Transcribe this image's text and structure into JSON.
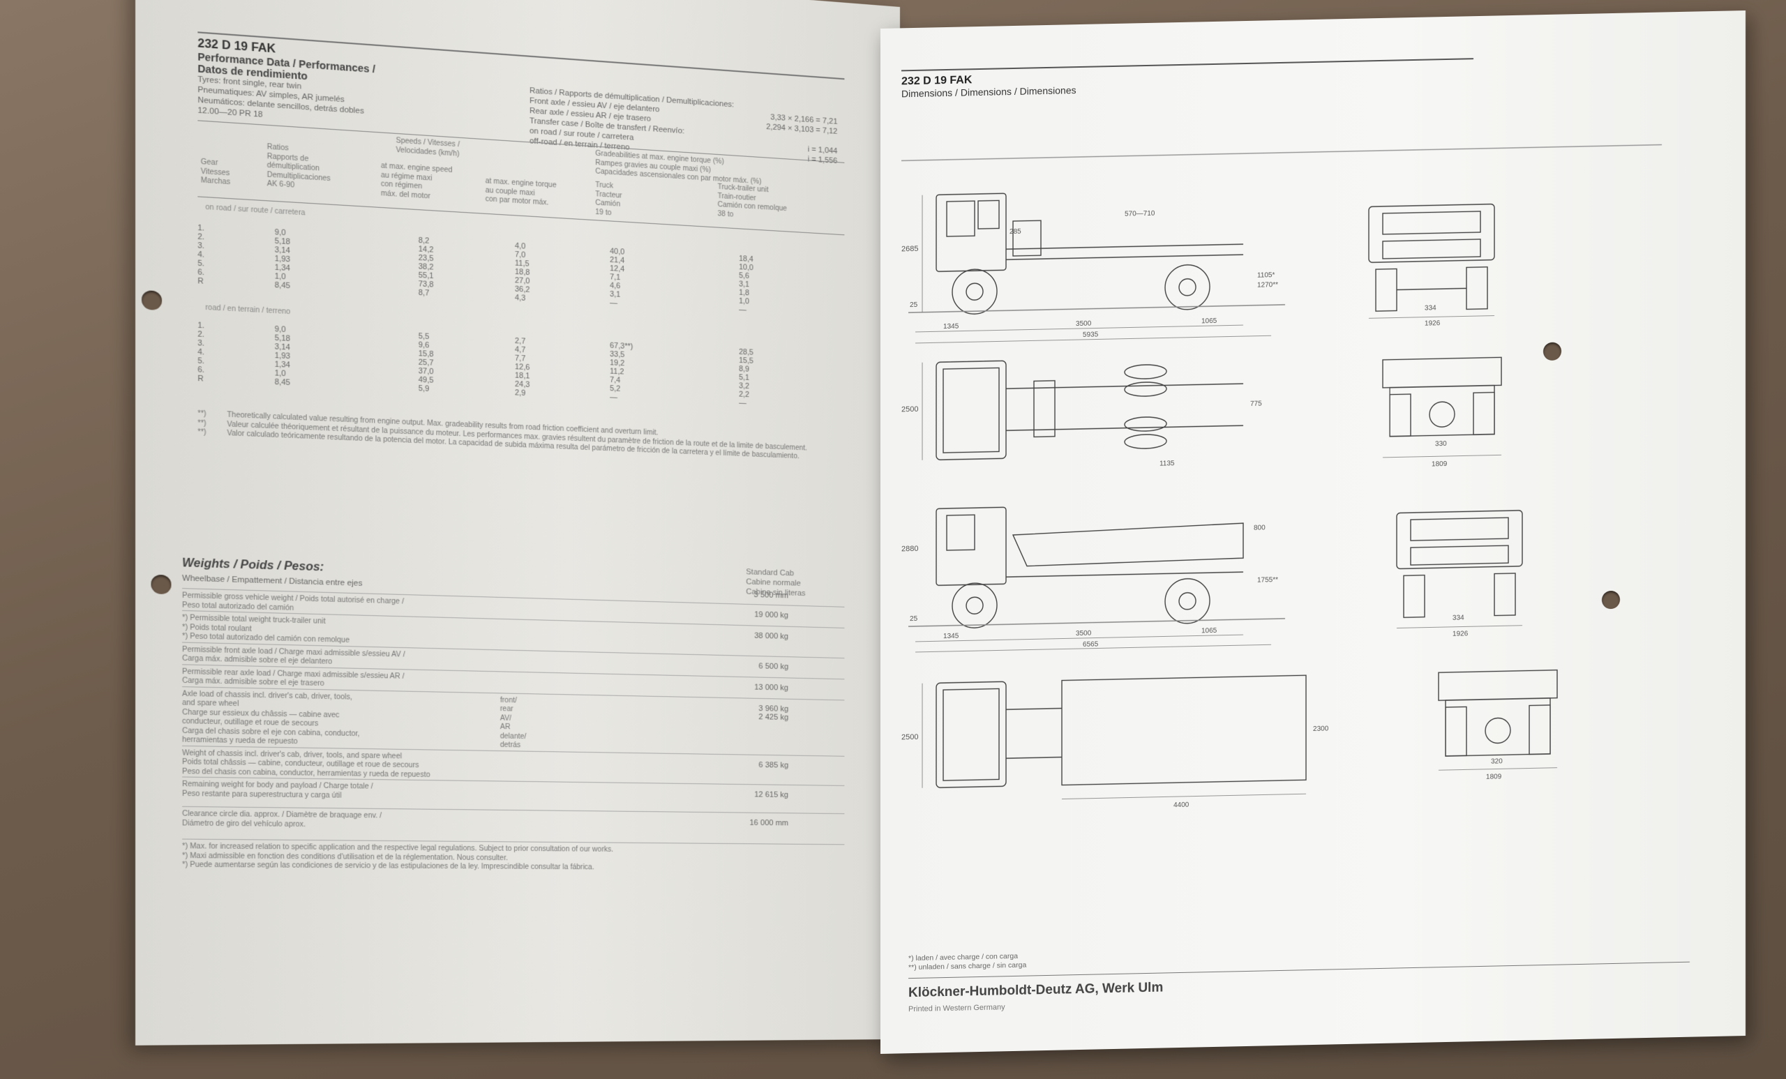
{
  "left": {
    "model": "232 D 19 FAK",
    "perf_title": "Performance Data / Performances /",
    "perf_title_es": "Datos de rendimiento",
    "tyres": [
      "Tyres: front single, rear twin",
      "Pneumatiques: AV simples, AR jumelés",
      "Neumáticos: delante sencillos, detrás dobles",
      "12.00—20 PR 18"
    ],
    "ratios_title": "Ratios / Rapports de démultiplication / Demultiplicaciones:",
    "ratios": [
      {
        "label": "Front axle / essieu AV / eje delantero",
        "value": "3,33 × 2,166 = 7,21"
      },
      {
        "label": "Rear axle / essieu AR / eje trasero",
        "value": "2,294 × 3,103 = 7,12"
      },
      {
        "label": "Transfer case / Boîte de transfert / Reenvío:",
        "value": ""
      },
      {
        "label": "on road / sur route / carretera",
        "value": "i = 1,044"
      },
      {
        "label": "off-road / en terrain / terreno",
        "value": "i = 1,556"
      }
    ],
    "headers": {
      "gear": [
        "Gear",
        "Vitesses",
        "Marchas"
      ],
      "ratio": [
        "Ratios",
        "Rapports de",
        "démultiplication",
        "Demultiplicaciones",
        "AK 6-90"
      ],
      "speeds": [
        "Speeds / Vitesses /",
        "Velocidades (km/h)"
      ],
      "speed_max": [
        "at max. engine speed",
        "au régime maxi",
        "con régimen",
        "máx. del motor"
      ],
      "speed_torque": [
        "at max. engine torque",
        "au couple maxi",
        "con par motor máx."
      ],
      "grad": [
        "Gradeabilities at max. engine torque (%)",
        "Rampes gravies au couple maxi (%)",
        "Capacidades ascensionales con par motor máx. (%)"
      ],
      "truck": [
        "Truck",
        "Tracteur",
        "Camión",
        "19 to"
      ],
      "trailer": [
        "Truck-trailer unit",
        "Train-routier",
        "Camión con remolque",
        "38 to"
      ]
    },
    "on_road_label": "on road / sur route / carretera",
    "on_road": [
      [
        "1.",
        "9,0",
        "8,2",
        "4,0",
        "40,0",
        "18,4"
      ],
      [
        "2.",
        "5,18",
        "14,2",
        "7,0",
        "21,4",
        "10,0"
      ],
      [
        "3.",
        "3,14",
        "23,5",
        "11,5",
        "12,4",
        "5,6"
      ],
      [
        "4.",
        "1,93",
        "38,2",
        "18,8",
        "7,1",
        "3,1"
      ],
      [
        "5.",
        "1,34",
        "55,1",
        "27,0",
        "4,6",
        "1,8"
      ],
      [
        "6.",
        "1,0",
        "73,8",
        "36,2",
        "3,1",
        "1,0"
      ],
      [
        "R",
        "8,45",
        "8,7",
        "4,3",
        "—",
        "—"
      ]
    ],
    "off_road_label": "road / en terrain / terreno",
    "off_road": [
      [
        "1.",
        "9,0",
        "5,5",
        "2,7",
        "67,3**)",
        "28,5"
      ],
      [
        "2.",
        "5,18",
        "9,6",
        "4,7",
        "33,5",
        "15,5"
      ],
      [
        "3.",
        "3,14",
        "15,8",
        "7,7",
        "19,2",
        "8,9"
      ],
      [
        "4.",
        "1,93",
        "25,7",
        "12,6",
        "11,2",
        "5,1"
      ],
      [
        "5.",
        "1,34",
        "37,0",
        "18,1",
        "7,4",
        "3,2"
      ],
      [
        "6.",
        "1,0",
        "49,5",
        "24,3",
        "5,2",
        "2,2"
      ],
      [
        "R",
        "8,45",
        "5,9",
        "2,9",
        "—",
        "—"
      ]
    ],
    "footnotes": [
      {
        "mark": "**)",
        "text": "Theoretically calculated value resulting from engine output. Max. gradeability results from road friction coefficient and overturn limit."
      },
      {
        "mark": "**)",
        "text": "Valeur calculée théoriquement et résultant de la puissance du moteur. Les performances max. gravies résultent du paramètre de friction de la route et de la limite de basculement."
      },
      {
        "mark": "**)",
        "text": "Valor calculado teóricamente resultando de la potencia del motor. La capacidad de subida máxima resulta del parámetro de fricción de la carretera y el límite de basculamiento."
      }
    ],
    "weights_title": "Weights / Poids / Pesos:",
    "cab_header": [
      "Standard Cab",
      "Cabine normale",
      "Cabina sin literas"
    ],
    "wheelbase_label": "Wheelbase / Empattement / Distancia entre ejes",
    "wheelbase_value": "3 500 mm",
    "weights": [
      {
        "lines": [
          "Permissible gross vehicle weight / Poids total autorisé en charge /",
          "Peso total autorizado del camión"
        ],
        "value": "19 000 kg"
      },
      {
        "lines": [
          "*) Permissible total weight truck-trailer unit",
          "*) Poids total roulant",
          "*) Peso total autorizado del camión con remolque"
        ],
        "value": "38 000 kg"
      },
      {
        "lines": [
          "Permissible front axle load / Charge maxi admissible s/essieu AV /",
          "Carga máx. admisible sobre el eje delantero"
        ],
        "value": "6 500 kg"
      },
      {
        "lines": [
          "Permissible rear axle load / Charge maxi admissible s/essieu AR /",
          "Carga máx. admisible sobre el eje trasero"
        ],
        "value": "13 000 kg"
      },
      {
        "lines": [
          "Axle load of chassis incl. driver's cab, driver, tools,",
          "and spare wheel",
          "Charge sur essieux du châssis — cabine avec",
          "conducteur, outillage et roue de secours",
          "Carga del chasis sobre el eje con cabina, conductor,",
          "herramientas y rueda de repuesto"
        ],
        "mid": [
          "front/",
          "rear",
          "AV/",
          "AR",
          "delante/",
          "detrás"
        ],
        "value": "3 960 kg\n2 425 kg"
      },
      {
        "lines": [
          "Weight of chassis incl. driver's cab, driver, tools, and spare wheel",
          "Poids total châssis — cabine, conducteur, outillage et roue de secours",
          "Peso del chasis con cabina, conductor, herramientas y rueda de repuesto"
        ],
        "value": "6 385 kg"
      },
      {
        "lines": [
          "Remaining weight for body and payload / Charge totale /",
          "Peso restante para superestructura y carga útil"
        ],
        "value": "12 615 kg"
      },
      {
        "lines": [
          "Clearance circle dia. approx. / Diamètre de braquage env. /",
          "Diámetro de giro del vehículo aprox."
        ],
        "value": "16 000 mm"
      }
    ],
    "bottom_notes": [
      "*) Max. for increased relation to specific application and the respective legal regulations. Subject to prior consultation of our works.",
      "*) Maxi admissible en fonction des conditions d'utilisation et de la réglementation. Nous consulter.",
      "*) Puede aumentarse según las condiciones de servicio y de las estipulaciones de la ley. Imprescindible consultar la fábrica."
    ]
  },
  "right": {
    "model": "232 D 19 FAK",
    "title": "Dimensions / Dimensions / Dimensiones",
    "dims": {
      "h1": "2685",
      "d285": "285",
      "d570": "570—710",
      "d1105": "1105*",
      "d1270": "1270**",
      "d25": "25",
      "d1345": "1345",
      "d3500": "3500",
      "d1065": "1065",
      "d5935": "5935",
      "d334": "334",
      "d1926": "1926",
      "d2500": "2500",
      "d775": "775",
      "d1135": "1135",
      "d330": "330",
      "d1809": "1809",
      "d2880": "2880",
      "d800": "800",
      "d1755": "1755**",
      "d6565": "6565",
      "d2300": "2300",
      "d4400": "4400",
      "d320": "320"
    },
    "footnotes": [
      "*) laden / avec charge / con carga",
      "**) unladen / sans charge / sin carga"
    ],
    "company": "Klöckner-Humboldt-Deutz AG, Werk Ulm",
    "printed": "Printed in Western Germany"
  }
}
